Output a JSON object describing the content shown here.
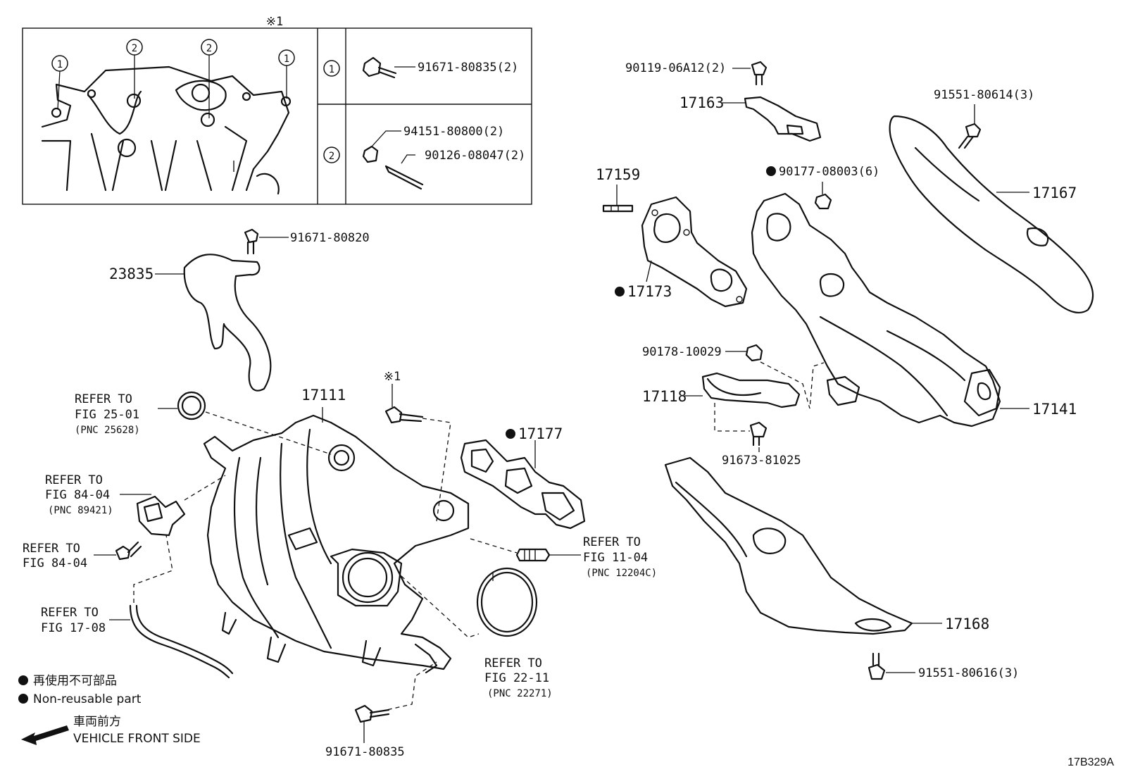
{
  "inset": {
    "note_mark": "※1",
    "legend": [
      {
        "key": "1",
        "parts": [
          "91671-80835(2)"
        ]
      },
      {
        "key": "2",
        "parts": [
          "94151-80800(2)",
          "90126-08047(2)"
        ]
      }
    ],
    "callouts": [
      "1",
      "2",
      "2",
      "1"
    ]
  },
  "parts": {
    "p91671_80820": "91671-80820",
    "p23835": "23835",
    "p17111": "17111",
    "note_mark_bolt": "※1",
    "p17177": "17177",
    "p90119": "90119-06A12(2)",
    "p17163": "17163",
    "p91551_80614": "91551-80614(3)",
    "p17159": "17159",
    "p90177": "90177-08003(6)",
    "p17167": "17167",
    "p17173": "17173",
    "p90178": "90178-10029",
    "p17118": "17118",
    "p17141": "17141",
    "p91673": "91673-81025",
    "p17168": "17168",
    "p91551_80616": "91551-80616(3)",
    "p91671_80835": "91671-80835"
  },
  "refs": {
    "r25_01": [
      "REFER TO",
      "FIG 25-01",
      "(PNC 25628)"
    ],
    "r84_04a": [
      "REFER TO",
      "FIG 84-04",
      "(PNC 89421)"
    ],
    "r84_04b": [
      "REFER TO",
      "FIG 84-04"
    ],
    "r17_08": [
      "REFER TO",
      "FIG 17-08"
    ],
    "r11_04": [
      "REFER TO",
      "FIG 11-04",
      "(PNC 12204C)"
    ],
    "r22_11": [
      "REFER TO",
      "FIG 22-11",
      "(PNC 22271)"
    ]
  },
  "legend": {
    "non_reusable_jp": "再使用不可部品",
    "non_reusable_en": "Non-reusable part",
    "front_jp": "車両前方",
    "front_en": "VEHICLE FRONT SIDE"
  },
  "figure_code": "17B329A"
}
